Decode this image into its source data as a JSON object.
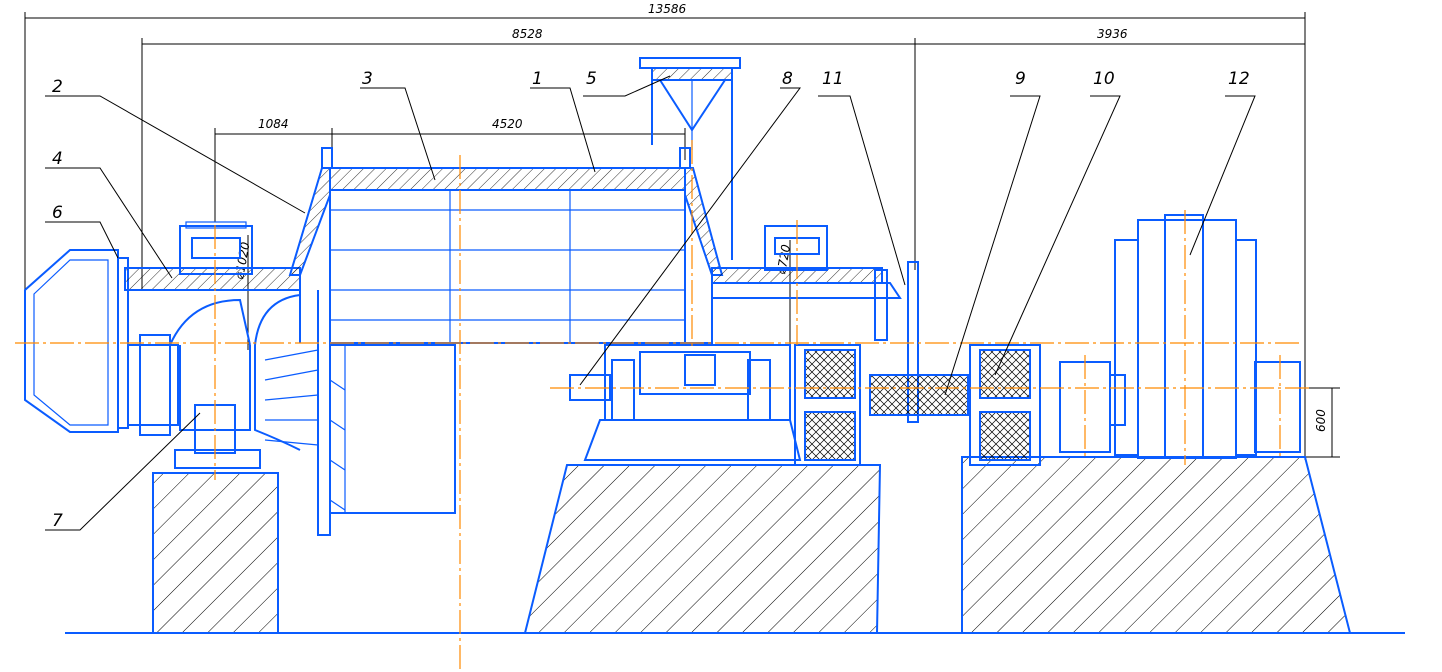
{
  "drawing": {
    "dimensions": {
      "overall_length": "13586",
      "mill_length": "8528",
      "drive_length": "3936",
      "inlet_length": "1084",
      "drum_length": "4520",
      "trunnion_diameter_left": "⌀1020",
      "trunnion_diameter_right": "⌀720",
      "shaft_height": "600"
    },
    "part_labels": [
      "1",
      "2",
      "3",
      "4",
      "5",
      "6",
      "7",
      "8",
      "9",
      "10",
      "11",
      "12"
    ],
    "colors": {
      "outline": "#0a5cff",
      "centerline": "#ff8a00",
      "dimension": "#000000"
    }
  }
}
